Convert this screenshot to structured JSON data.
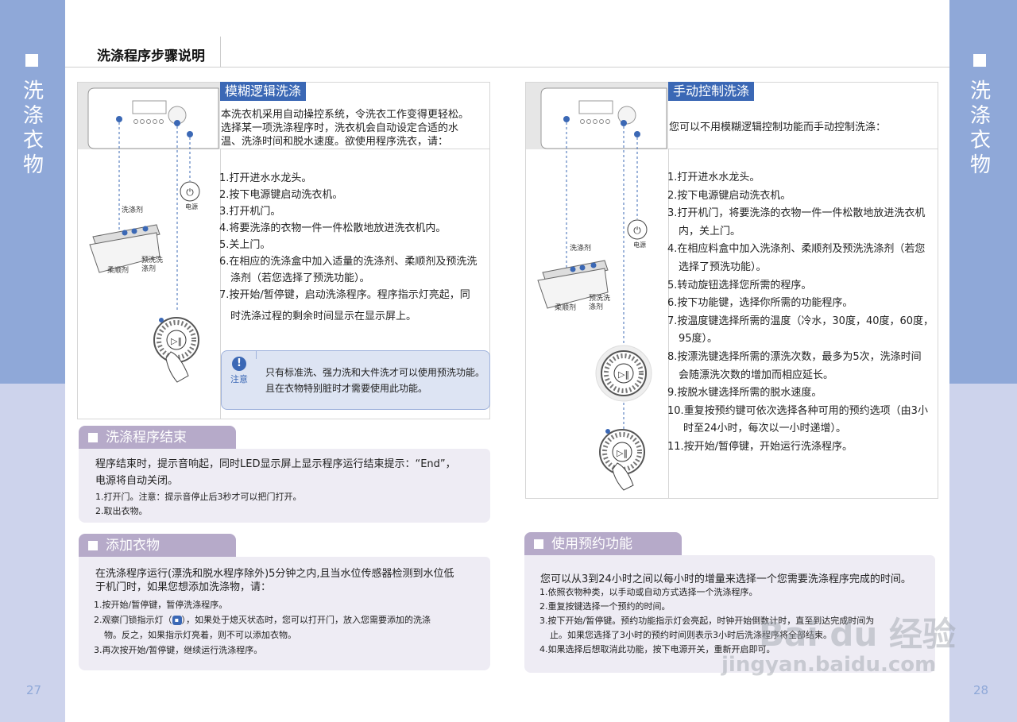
{
  "side_title": [
    "洗",
    "涤",
    "衣",
    "物"
  ],
  "page_numbers": {
    "left": "27",
    "right": "28"
  },
  "header": {
    "title": "洗涤程序步骤说明"
  },
  "fuzzy": {
    "title": "模糊逻辑洗涤",
    "intro": [
      "本洗衣机采用自动操控系统，令洗衣工作变得更轻松。",
      "选择某一项洗涤程序时，洗衣机会自动设定合适的水",
      "温、洗涤时间和脱水速度。欲使用程序洗衣，请："
    ],
    "steps": [
      "1.打开进水水龙头。",
      "2.按下电源键启动洗衣机。",
      "3.打开机门。",
      "4.将要洗涤的衣物一件一件松散地放进洗衣机内。",
      "5.关上门。",
      "6.在相应的洗涤盒中加入适量的洗涤剂、柔顺剂及预洗洗",
      "涤剂（若您选择了预洗功能）。",
      "7.按开始/暂停键，启动洗涤程序。程序指示灯亮起，同",
      "时洗涤过程的剩余时间显示在显示屏上。"
    ],
    "note_label": "注意",
    "note_lines": [
      "只有标准洗、强力洗和大件洗才可以使用预洗功能。",
      "且在衣物特别脏时才需要使用此功能。"
    ],
    "labels": {
      "detergent": "洗涤剂",
      "softener": "柔顺剂",
      "prewash": [
        "预洗洗",
        "涤剂"
      ],
      "power": "电源"
    }
  },
  "manual": {
    "title": "手动控制洗涤",
    "intro": "您可以不用模糊逻辑控制功能而手动控制洗涤：",
    "steps": [
      "1.打开进水水龙头。",
      "2.按下电源键启动洗衣机。",
      "3.打开机门，将要洗涤的衣物一件一件松散地放进洗衣机",
      "内，关上门。",
      "4.在相应料盒中加入洗涤剂、柔顺剂及预洗洗涤剂（若您",
      "选择了预洗功能）。",
      "5.转动旋钮选择您所需的程序。",
      "6.按下功能键，选择你所需的功能程序。",
      "7.按温度键选择所需的温度（冷水，30度，40度，60度，",
      "95度）。",
      "8.按漂洗键选择所需的漂洗次数，最多为5次，洗涤时间",
      "会随漂洗次数的增加而相应延长。",
      "9.按脱水键选择所需的脱水速度。",
      "10.重复按预约键可依次选择各种可用的预约选项（由3小",
      "时至24小时，每次以一小时递增）。",
      "11.按开始/暂停键，开始运行洗涤程序。"
    ],
    "labels": {
      "detergent": "洗涤剂",
      "softener": "柔顺剂",
      "prewash": [
        "预洗洗",
        "涤剂"
      ],
      "power": "电源"
    }
  },
  "end_section": {
    "title": "洗涤程序结束",
    "lines": [
      "程序结束时，提示音响起，同时LED显示屏上显示程序运行结束提示：“End”，",
      "电源将自动关闭。"
    ],
    "items": [
      "1.打开门。注意：提示音停止后3秒才可以把门打开。",
      "2.取出衣物。"
    ]
  },
  "add_section": {
    "title": "添加衣物",
    "lines": [
      "在洗涤程序运行(漂洗和脱水程序除外)5分钟之内,且当水位传感器检测到水位低",
      "于机门时，如果您想添加洗涤物，请："
    ],
    "items": [
      "1.按开始/暂停键，暂停洗涤程序。",
      "2.观察门锁指示灯（",
      "），如果处于熄灭状态时，您可以打开门，放入您需要添加的洗涤",
      "物。反之，如果指示灯亮着，则不可以添加衣物。",
      "3.再次按开始/暂停键，继续运行洗涤程序。"
    ]
  },
  "reserve_section": {
    "title": "使用预约功能",
    "lines": [
      "您可以从3到24小时之间以每小时的增量来选择一个您需要洗涤程序完成的时间。",
      "1.依照衣物种类，以手动或自动方式选择一个洗涤程序。",
      "2.重复按键选择一个预约的时间。",
      "3.按下开始/暂停键。预约功能指示灯会亮起，时钟开始倒数计时，直至到达完成时间为",
      "止。如果您选择了3小时的预约时间则表示3小时后洗涤程序将全部结束。",
      "4.如果选择后想取消此功能，按下电源开关，重新开启即可。"
    ]
  },
  "watermark": {
    "brand": "Bai du 经验",
    "url": "jingyan.baidu.com"
  },
  "colors": {
    "blue": "#3b68b5",
    "side_dark": "#8fa8d8",
    "side_light": "#cdd3ec",
    "tab": "#b6aac9",
    "panel": "#eeecf4"
  }
}
